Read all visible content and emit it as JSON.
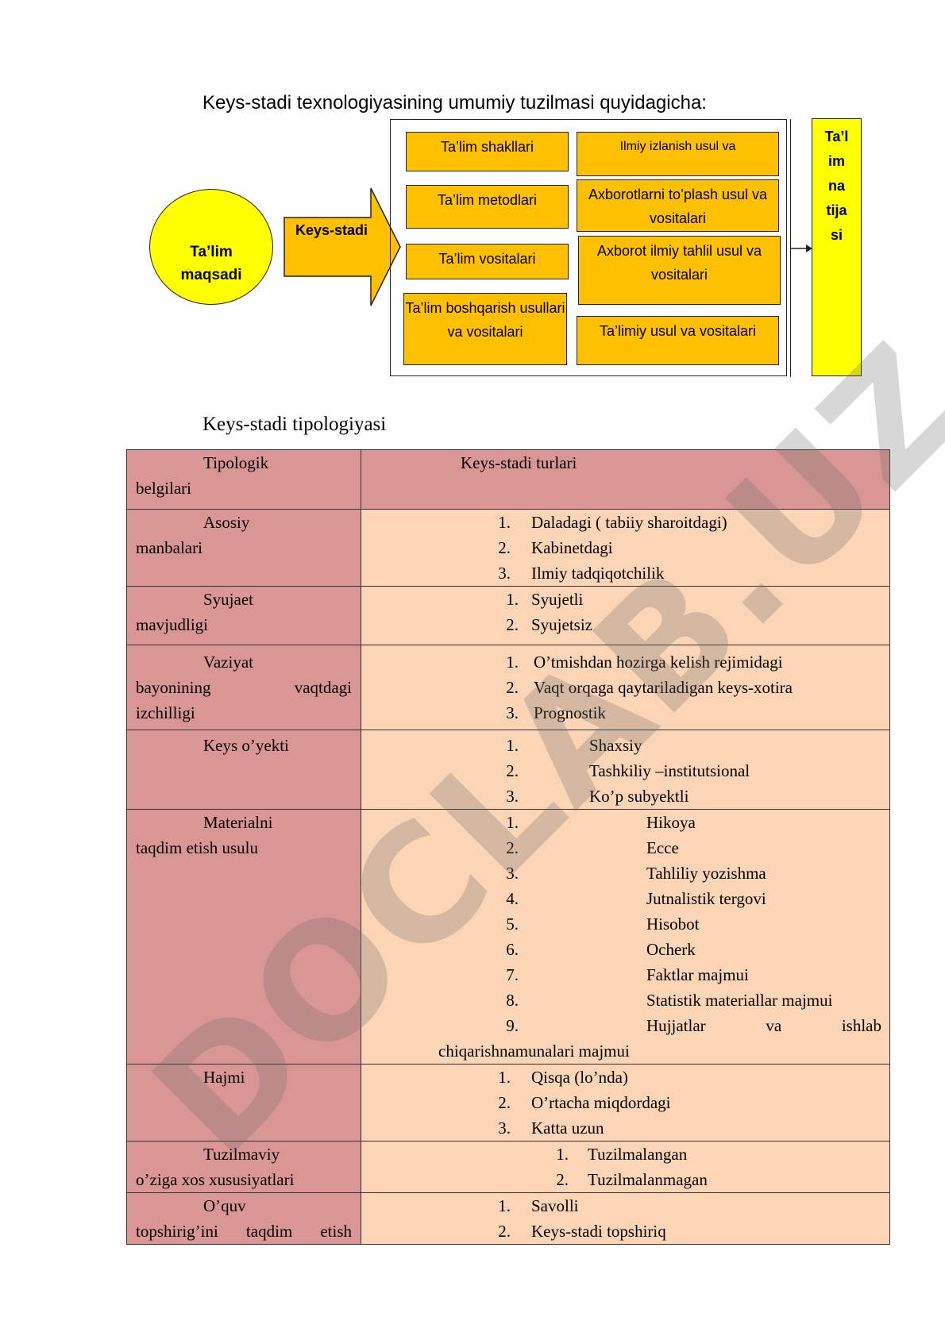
{
  "intro_heading": "Keys-stadi texnologiyasining umumiy tuzilmasi quyidagicha:",
  "diagram": {
    "goal": "Ta’lim maqsadi",
    "arrow_label": "Keys-stadi",
    "left_boxes": [
      "Ta’lim shakllari",
      "Ta’lim metodlari",
      "Ta’lim vositalari",
      "Ta’lim boshqarish usullari va vositalari"
    ],
    "right_boxes": [
      "Ilmiy izlanish usul va",
      "Axborotlarni to’plash usul va vositalari",
      "Axborot ilmiy tahlil usul va vositalari",
      "Ta’limiy usul va vositalari"
    ],
    "result_lines": [
      "Ta’l",
      "im",
      "na",
      "tija",
      "si"
    ]
  },
  "table_heading": "Keys-stadi tipologiyasi",
  "table": {
    "header": {
      "left": [
        "Tipologik",
        "belgilari"
      ],
      "right": "Keys-stadi turlari"
    },
    "rows": [
      {
        "label": [
          "Asosiy",
          "manbalari"
        ],
        "items": [
          "Daladagi ( tabiiy sharoitdagi)",
          "Kabinetdagi",
          "Ilmiy tadqiqotchilik"
        ]
      },
      {
        "label": [
          "Syujaet",
          "mavjudligi"
        ],
        "items": [
          "Syujetli",
          "Syujetsiz"
        ]
      },
      {
        "label": [
          "Vaziyat",
          "bayonining",
          "vaqtdagi",
          "izchilligi"
        ],
        "items": [
          "O’tmishdan hozirga kelish rejimidagi",
          "Vaqt orqaga qaytariladigan keys-xotira",
          "Prognostik"
        ]
      },
      {
        "label": [
          "Keys o’yekti"
        ],
        "items": [
          "Shaxsiy",
          "Tashkiliy –institutsional",
          "Ko’p subyektli"
        ]
      },
      {
        "label": [
          "Materialni",
          "taqdim etish usulu"
        ],
        "items": [
          "Hikoya",
          "Ecce",
          "Tahliliy yozishma",
          "Jutnalistik tergovi",
          "Hisobot",
          "Ocherk",
          "Faktlar majmui",
          "Statistik materiallar majmui",
          "Hujjatlar",
          "va",
          "ishlab",
          "chiqarishnamunalari majmui"
        ]
      },
      {
        "label": [
          "Hajmi"
        ],
        "items": [
          "Qisqa (lo’nda)",
          "O’rtacha miqdordagi",
          "Katta uzun"
        ]
      },
      {
        "label": [
          "Tuzilmaviy",
          "o’ziga xos xususiyatlari"
        ],
        "items": [
          "Tuzilmalangan",
          "Tuzilmalanmagan"
        ]
      },
      {
        "label": [
          "O’quv",
          "topshirig’ini",
          "taqdim",
          "etish"
        ],
        "items": [
          "Savolli",
          "Keys-stadi topshiriq"
        ]
      }
    ]
  },
  "watermark": "DOCLAB.UZ",
  "colors": {
    "yellow": "#ffff00",
    "orange": "#ffc000",
    "rose": "#da9694",
    "peach": "#fbd5b5"
  }
}
